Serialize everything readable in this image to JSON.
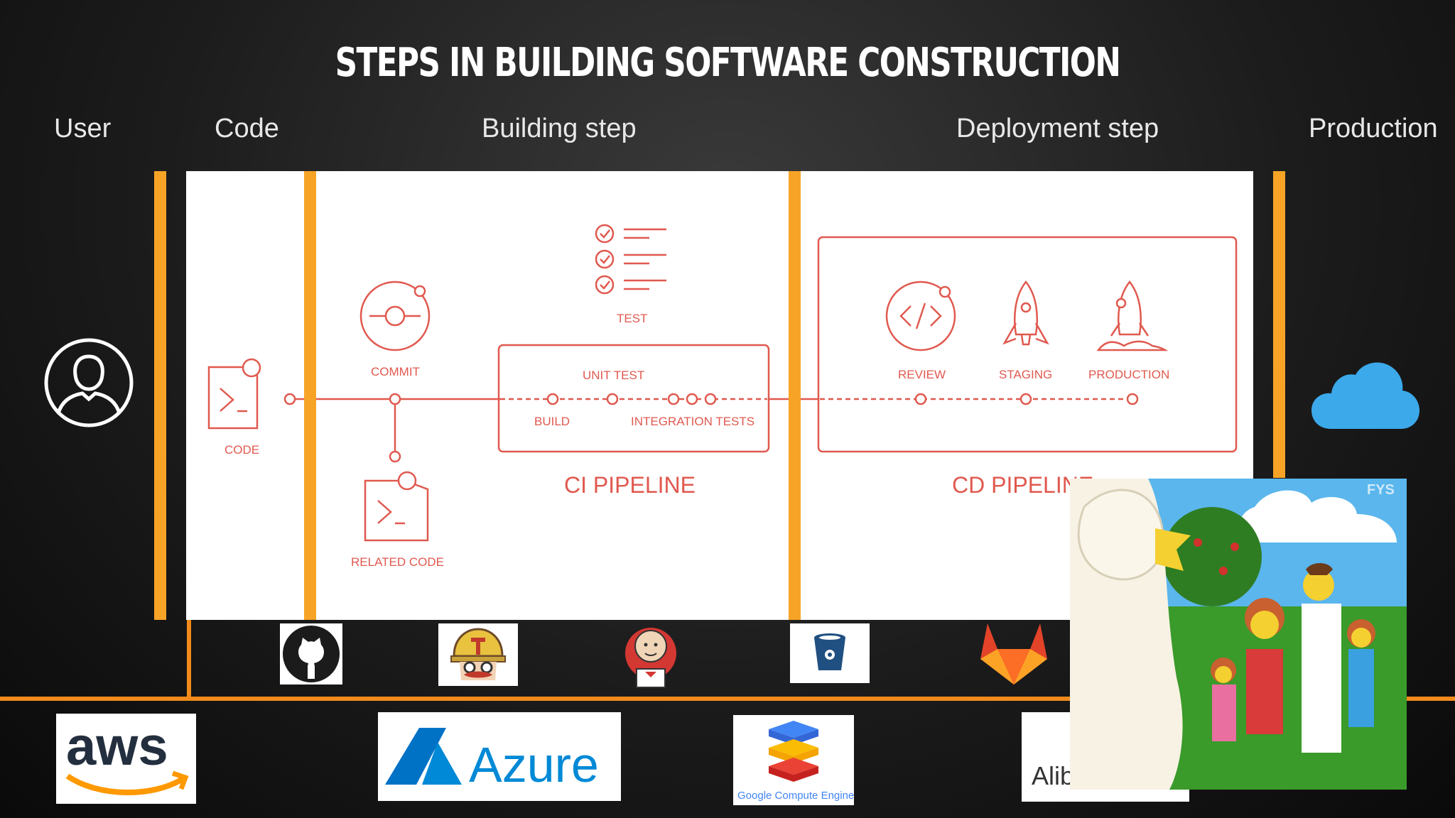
{
  "title": "STEPS IN BUILDING SOFTWARE CONSTRUCTION",
  "columns": {
    "user": "User",
    "code": "Code",
    "building": "Building step",
    "deployment": "Deployment step",
    "production": "Production"
  },
  "diagram": {
    "code": "CODE",
    "commit": "COMMIT",
    "related_code": "RELATED CODE",
    "test": "TEST",
    "unit_test": "UNIT TEST",
    "build": "BUILD",
    "integration_tests": "INTEGRATION TESTS",
    "ci_pipeline": "CI PIPELINE",
    "review": "REVIEW",
    "staging": "STAGING",
    "production": "PRODUCTION",
    "cd_pipeline": "CD PIPELINE",
    "accent_color": "#e0594f"
  },
  "tools": [
    "github-logo",
    "travis-ci-logo",
    "jenkins-logo",
    "bitbucket-logo",
    "gitlab-logo"
  ],
  "clouds": {
    "aws": "aws",
    "azure": "Azure",
    "gce": "Google Compute Engine",
    "alibaba": "Alibaba Cloud"
  },
  "inset": {
    "watermark": "FYS"
  },
  "colors": {
    "orange": "#f7a426",
    "cloud_blue": "#3ba9ea"
  }
}
